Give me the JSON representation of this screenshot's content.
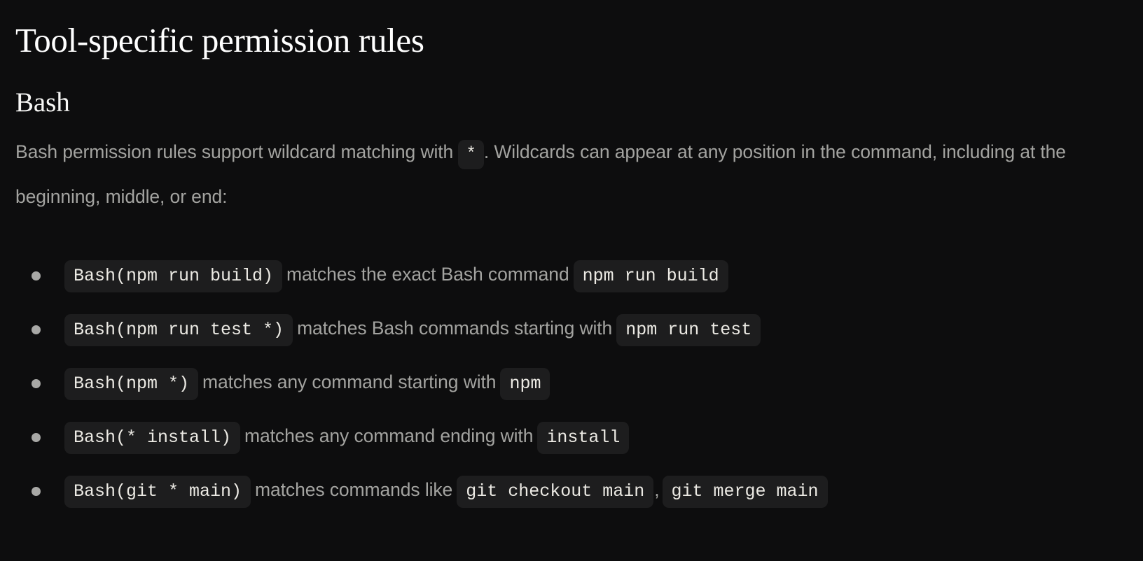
{
  "doc": {
    "title": "Tool-specific permission rules",
    "section_title": "Bash",
    "intro_part1": "Bash permission rules support wildcard matching with",
    "intro_code": "*",
    "intro_part2": ". Wildcards can appear at any position in the command, including at the beginning, middle, or end:"
  },
  "colors": {
    "background": "#0d0d0e",
    "chip_background": "#1d1d1e",
    "body_text": "#a3a3a0",
    "heading_text": "#ffffff",
    "code_text": "#eceae4",
    "bullet": "#a8a8a6"
  },
  "rules": [
    {
      "pattern": "Bash(npm run build)",
      "text": "matches the exact Bash command",
      "examples": [
        "npm run build"
      ]
    },
    {
      "pattern": "Bash(npm run test *)",
      "text": "matches Bash commands starting with",
      "examples": [
        "npm run test"
      ]
    },
    {
      "pattern": "Bash(npm *)",
      "text": "matches any command starting with",
      "examples": [
        "npm"
      ]
    },
    {
      "pattern": "Bash(* install)",
      "text": "matches any command ending with",
      "examples": [
        "install"
      ]
    },
    {
      "pattern": "Bash(git * main)",
      "text": "matches commands like",
      "examples": [
        "git checkout main",
        "git merge main"
      ],
      "separator": ","
    }
  ]
}
